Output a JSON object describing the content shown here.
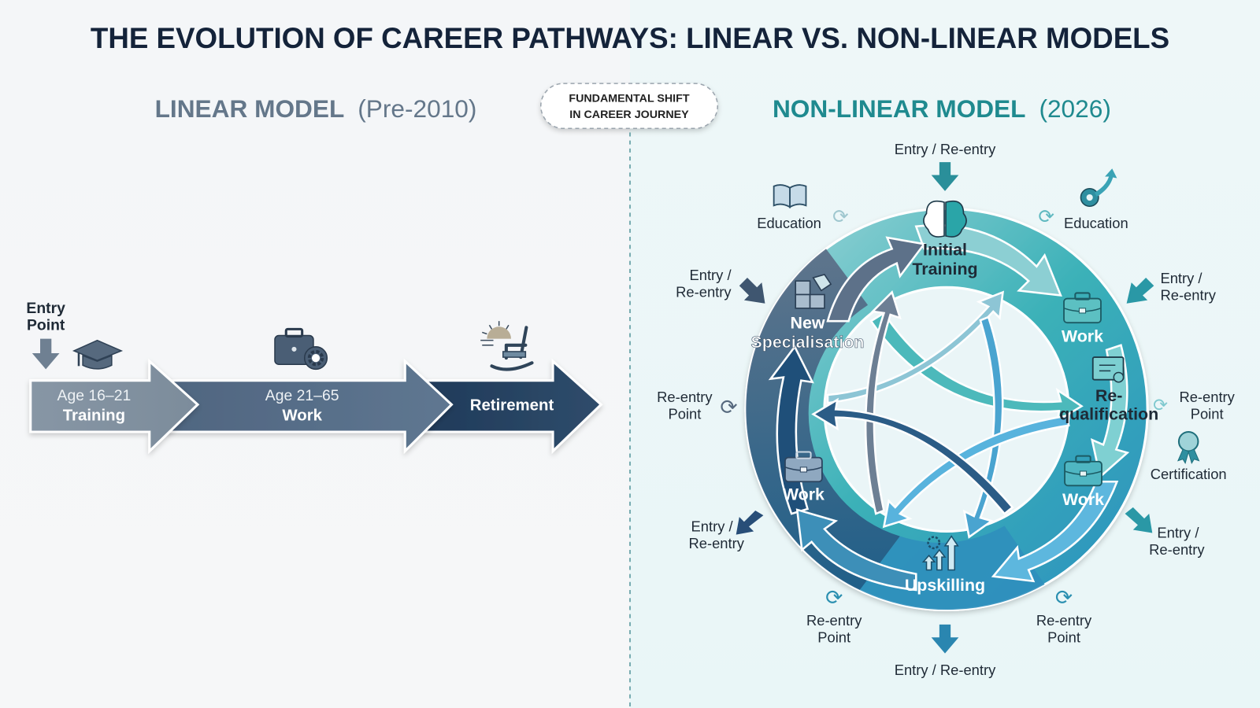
{
  "title": "THE EVOLUTION OF CAREER PATHWAYS: LINEAR VS. NON-LINEAR MODELS",
  "shift_badge": {
    "line1": "FUNDAMENTAL SHIFT",
    "line2": "IN CAREER JOURNEY"
  },
  "linear": {
    "heading_bold": "LINEAR MODEL",
    "heading_rest": "(Pre-2010)",
    "entry_label_line1": "Entry",
    "entry_label_line2": "Point",
    "stages": [
      {
        "age": "Age 16–21",
        "name": "Training",
        "icon": "graduation-cap-icon",
        "color": "#7d8d9c"
      },
      {
        "age": "Age 21–65",
        "name": "Work",
        "icon": "briefcase-gear-icon",
        "color": "#5a7088"
      },
      {
        "age": "",
        "name": "Retirement",
        "icon": "rocking-chair-sunset-icon",
        "color": "#2c4663"
      }
    ]
  },
  "nonlinear": {
    "heading_bold": "NON-LINEAR MODEL",
    "heading_rest": "(2026)",
    "accent": "#1f8a8f",
    "ring_nodes": {
      "initial_training": {
        "line1": "Initial",
        "line2": "Training",
        "icon": "brain-icon"
      },
      "work_top_right": {
        "label": "Work",
        "icon": "briefcase-icon"
      },
      "requalification": {
        "line1": "Re-",
        "line2": "qualification",
        "icon": "certificate-icon"
      },
      "work_bottom_right": {
        "label": "Work",
        "icon": "briefcase-icon"
      },
      "upskilling": {
        "label": "Upskilling",
        "icon": "growth-chart-icon"
      },
      "work_left": {
        "label": "Work",
        "icon": "briefcase-icon"
      },
      "new_specialisation": {
        "line1": "New",
        "line2": "Specialisation",
        "icon": "puzzle-icon"
      }
    },
    "outer_labels": {
      "entry_top": "Entry / Re-entry",
      "entry_bottom": "Entry / Re-entry",
      "entry_upper_left": {
        "line1": "Entry /",
        "line2": "Re-entry"
      },
      "entry_upper_right": {
        "line1": "Entry /",
        "line2": "Re-entry"
      },
      "entry_lower_left": {
        "line1": "Entry /",
        "line2": "Re-entry"
      },
      "entry_lower_right": {
        "line1": "Entry /",
        "line2": "Re-entry"
      },
      "education_left": "Education",
      "education_right": "Education",
      "reentry_left": {
        "line1": "Re-entry",
        "line2": "Point"
      },
      "reentry_right": {
        "line1": "Re-entry",
        "line2": "Point"
      },
      "reentry_bottom_left": {
        "line1": "Re-entry",
        "line2": "Point"
      },
      "reentry_bottom_right": {
        "line1": "Re-entry",
        "line2": "Point"
      },
      "certification": "Certification"
    }
  }
}
